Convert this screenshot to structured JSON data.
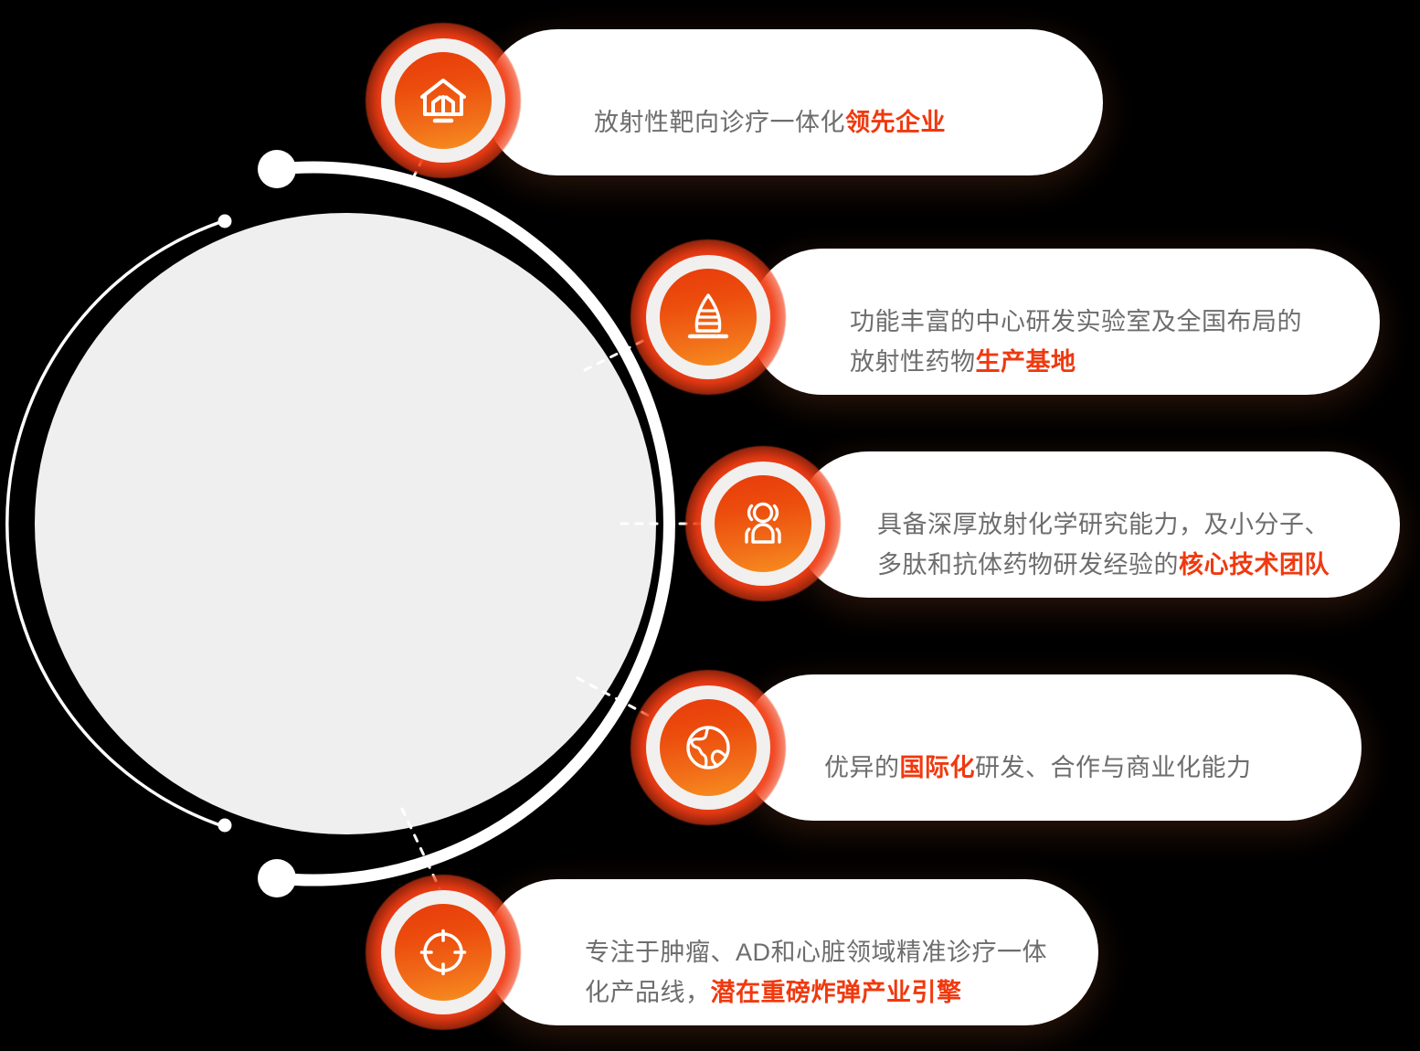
{
  "colors": {
    "background": "#000000",
    "accent_orange": "#f0390f",
    "badge_gradient_start": "#e83b0c",
    "badge_gradient_end": "#f7901f",
    "text_gray": "#6d6d6d",
    "card_white": "#ffffff",
    "circle_gray": "#efefef"
  },
  "items": [
    {
      "id": "leading-enterprise",
      "icon": "building-chart-icon",
      "text_plain": "放射性靶向诊疗一体化",
      "text_highlight": "领先企业",
      "lines": 1
    },
    {
      "id": "production-base",
      "icon": "tower-icon",
      "text_plain": "功能丰富的中心研发实验室及全国布局的\n放射性药物",
      "text_highlight": "生产基地",
      "lines": 2
    },
    {
      "id": "core-tech-team",
      "icon": "people-radiating-icon",
      "text_plain": "具备深厚放射化学研究能力，及小分子、\n多肽和抗体药物研发经验的",
      "text_highlight": "核心技术团队",
      "lines": 2
    },
    {
      "id": "internationalization",
      "icon": "globe-icon",
      "text_plain_before": "优异的",
      "text_highlight": "国际化",
      "text_plain_after": "研发、合作与商业化能力",
      "lines": 1
    },
    {
      "id": "blockbuster-engine",
      "icon": "crosshair-target-icon",
      "text_plain": "专注于肿瘤、AD和心脏领域精准诊疗一体\n化产品线，",
      "text_highlight": "潜在重磅炸弹产业引擎",
      "lines": 2
    }
  ],
  "decor": {
    "center_circle_label": "gray-circle",
    "orbit_thick_label": "orbit-arc-thick",
    "orbit_thin_label": "orbit-arc-thin",
    "marker_top_label": "orbit-marker-top",
    "marker_bottom_label": "orbit-marker-bottom"
  }
}
